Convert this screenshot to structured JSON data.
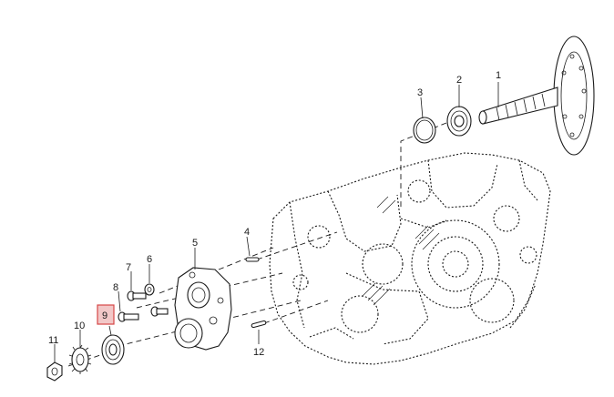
{
  "diagram": {
    "callouts": [
      {
        "id": "1",
        "label": "1"
      },
      {
        "id": "2",
        "label": "2"
      },
      {
        "id": "3",
        "label": "3"
      },
      {
        "id": "4",
        "label": "4"
      },
      {
        "id": "5",
        "label": "5"
      },
      {
        "id": "6",
        "label": "6"
      },
      {
        "id": "7",
        "label": "7"
      },
      {
        "id": "8",
        "label": "8"
      },
      {
        "id": "9",
        "label": "9",
        "highlighted": true
      },
      {
        "id": "10",
        "label": "10"
      },
      {
        "id": "11",
        "label": "11"
      },
      {
        "id": "12",
        "label": "12"
      }
    ],
    "colors": {
      "line": "#1a1a1a",
      "highlight_fill": "#f2c8c8",
      "highlight_border": "#d64545"
    }
  }
}
